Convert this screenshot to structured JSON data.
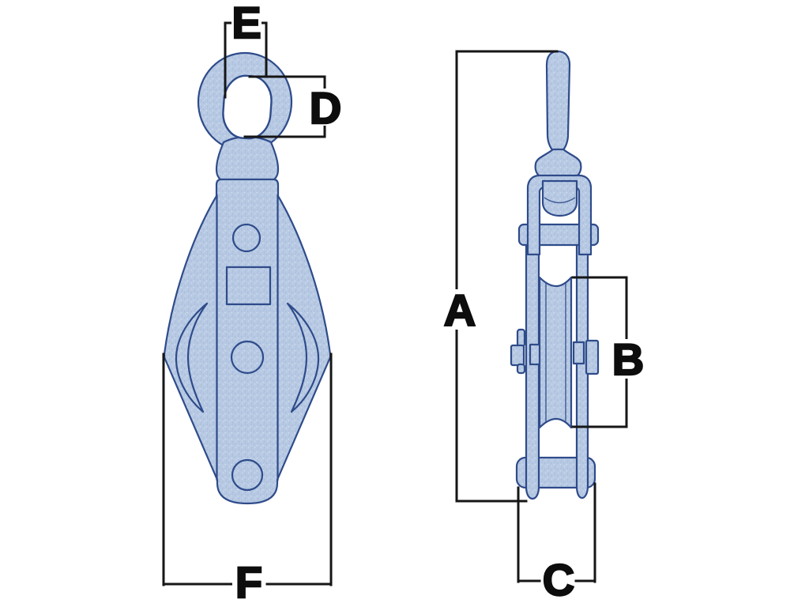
{
  "diagram": {
    "kind": "dimension-drawing",
    "views": [
      {
        "id": "front-view",
        "labels_shown": [
          "E",
          "D",
          "F"
        ]
      },
      {
        "id": "side-view",
        "labels_shown": [
          "A",
          "B",
          "C"
        ]
      }
    ],
    "labels": {
      "A": "A",
      "B": "B",
      "C": "C",
      "D": "D",
      "E": "E",
      "F": "F"
    },
    "colors": {
      "background": "#ffffff",
      "part_fill": "#b7c9e3",
      "part_speck_dark": "#a2b8d7",
      "part_speck_light": "#d2deef",
      "part_outline": "#2e4b8a",
      "dimension_line": "#161616",
      "label_text": "#0d0d0d"
    }
  }
}
